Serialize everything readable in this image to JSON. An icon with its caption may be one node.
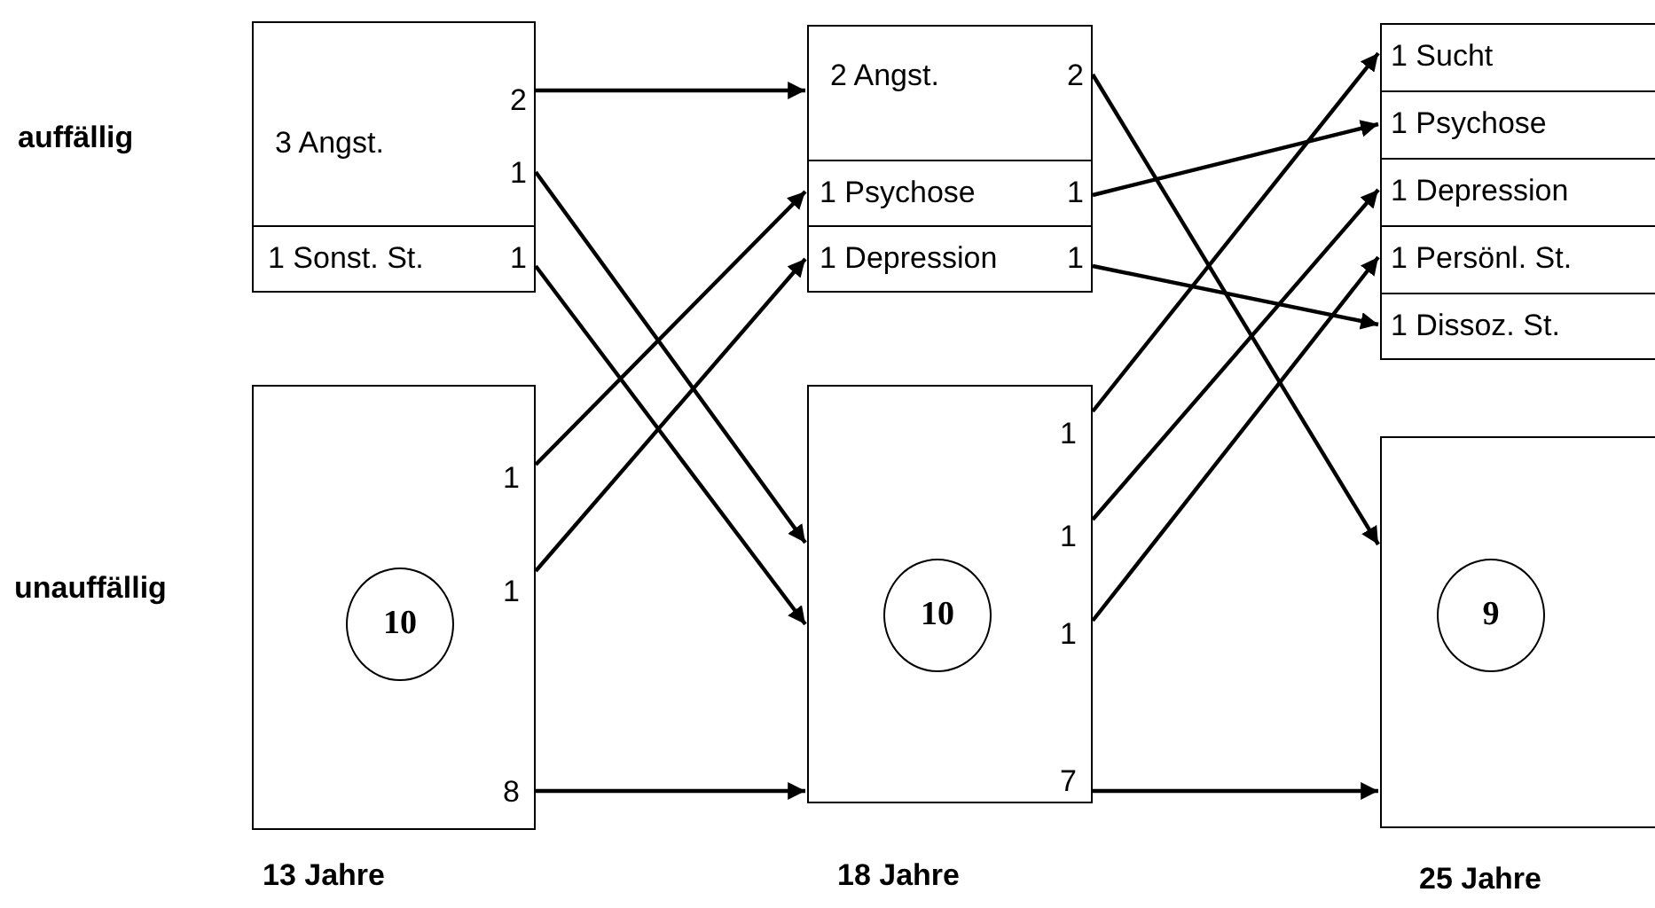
{
  "diagram": {
    "nodes": [
      {
        "text": [
          "3  Angst.",
          "2",
          "1"
        ]
      },
      {
        "text": [
          "1 Sonst. St.",
          "1"
        ]
      },
      {
        "text": [
          "1",
          "1",
          "8"
        ]
      },
      {
        "text": [
          "10"
        ],
        "in": 2
      },
      {
        "text": [
          "2  Angst.",
          "2"
        ]
      },
      {
        "text": [
          "1 Psychose",
          "1"
        ]
      },
      {
        "text": [
          "1 Depression",
          "1"
        ]
      },
      {
        "text": [
          "1",
          "1",
          "1",
          "7"
        ]
      },
      {
        "text": [
          "10"
        ],
        "in": 7
      },
      {
        "text": [
          "1 Sucht"
        ]
      },
      {
        "text": [
          "1 Psychose"
        ]
      },
      {
        "text": [
          "1 Depression"
        ]
      },
      {
        "text": [
          "1 Persönl. St."
        ]
      },
      {
        "text": [
          "1 Dissoz. St."
        ]
      },
      {
        "text": [],
        "shape": "box"
      },
      {
        "text": [
          "9"
        ],
        "in": 14
      }
    ],
    "edges": [
      {
        "from": 0,
        "to": 4,
        "arrow": "to"
      },
      {
        "from": 0,
        "to": 7,
        "arrow": "to"
      },
      {
        "from": 1,
        "to": 7,
        "arrow": "to"
      },
      {
        "from": 2,
        "to": 5,
        "arrow": "to"
      },
      {
        "from": 2,
        "to": 6,
        "arrow": "to"
      },
      {
        "from": 2,
        "to": 7,
        "arrow": "to"
      },
      {
        "from": 4,
        "to": 14,
        "arrow": "to"
      },
      {
        "from": 5,
        "to": 10,
        "arrow": "to"
      },
      {
        "from": 6,
        "to": 13,
        "arrow": "to"
      },
      {
        "from": 7,
        "to": 9,
        "arrow": "to"
      },
      {
        "from": 7,
        "to": 11,
        "arrow": "to"
      },
      {
        "from": 7,
        "to": 12,
        "arrow": "to"
      },
      {
        "from": 7,
        "to": 14,
        "arrow": "to"
      }
    ],
    "labels": [
      "auffällig",
      "unauffällig",
      "13 Jahre",
      "18 Jahre",
      "25 Jahre"
    ]
  }
}
